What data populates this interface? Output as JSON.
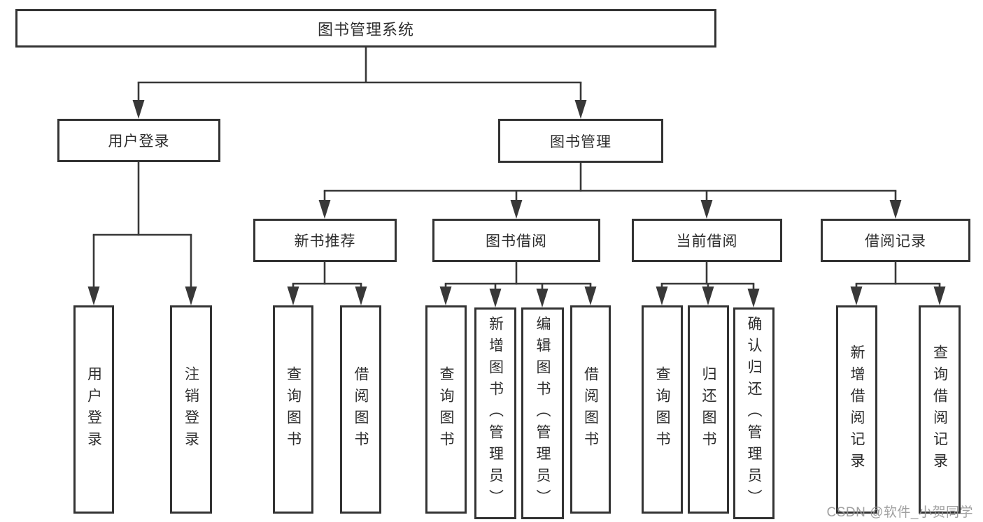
{
  "diagram": {
    "root": {
      "label": "图书管理系统"
    },
    "level2": [
      {
        "label": "用户登录"
      },
      {
        "label": "图书管理"
      }
    ],
    "level3": [
      {
        "label": "新书推荐"
      },
      {
        "label": "图书借阅"
      },
      {
        "label": "当前借阅"
      },
      {
        "label": "借阅记录"
      }
    ],
    "leaves": {
      "user": [
        "用户登录",
        "注销登录"
      ],
      "recommend": [
        "查询图书",
        "借阅图书"
      ],
      "borrow": [
        "查询图书",
        "新增图书（管理员）",
        "编辑图书（管理员）",
        "借阅图书"
      ],
      "current": [
        "查询图书",
        "归还图书",
        "确认归还（管理员）"
      ],
      "records": [
        "新增借阅记录",
        "查询借阅记录"
      ]
    }
  },
  "watermark": {
    "text": "CSDN @软件_小贺同学"
  },
  "colors": {
    "line": "#383838",
    "border": "#333333",
    "text": "#2d2d2d",
    "watermark_gray": "#969696",
    "background": "#ffffff"
  }
}
